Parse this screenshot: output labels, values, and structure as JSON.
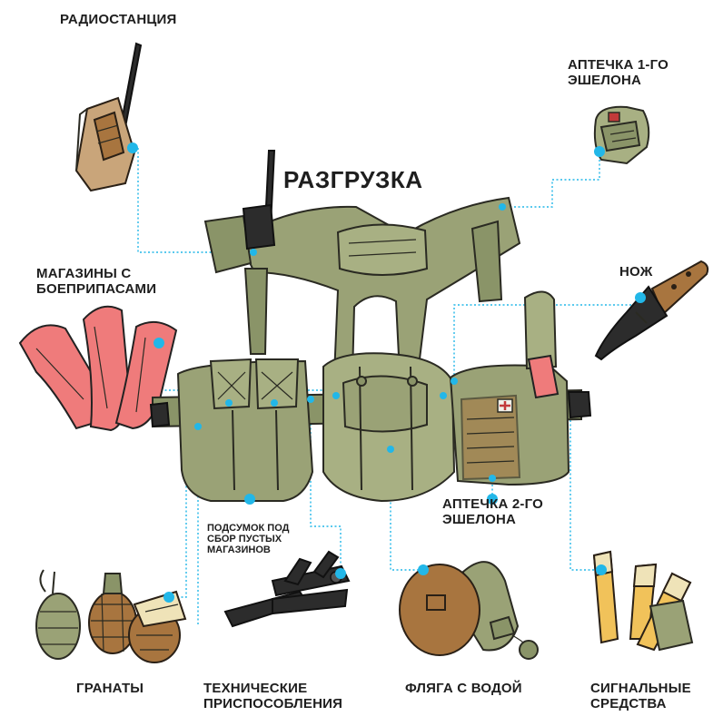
{
  "title": "РАЗГРУЗКА",
  "labels": {
    "radio": "РАДИОСТАНЦИЯ",
    "firstaid1": [
      "АПТЕЧКА 1-ГО",
      "ЭШЕЛОНА"
    ],
    "magazines": [
      "МАГАЗИНЫ С",
      "БОЕПРИПАСАМИ"
    ],
    "knife": "НОЖ",
    "dump_pouch": [
      "ПОДСУМОК ПОД",
      "СБОР ПУСТЫХ",
      "МАГАЗИНОВ"
    ],
    "firstaid2": [
      "АПТЕЧКА 2-ГО",
      "ЭШЕЛОНА"
    ],
    "grenades": "ГРАНАТЫ",
    "tools": [
      "ТЕХНИЧЕСКИЕ",
      "ПРИСПОСОБЛЕНИЯ"
    ],
    "canteen": "ФЛЯГА С ВОДОЙ",
    "signals": [
      "СИГНАЛЬНЫЕ",
      "СРЕДСТВА"
    ]
  },
  "colors": {
    "leader": "#22b7e8",
    "olive": "#9aa276",
    "magazine": "#ef7b7b",
    "text": "#1e1e1e"
  },
  "icons": [
    "radio-icon",
    "first-aid-kit-icon",
    "magazines-icon",
    "knife-icon",
    "grenades-icon",
    "multitool-icon",
    "canteen-icon",
    "flares-icon",
    "vest-icon"
  ]
}
